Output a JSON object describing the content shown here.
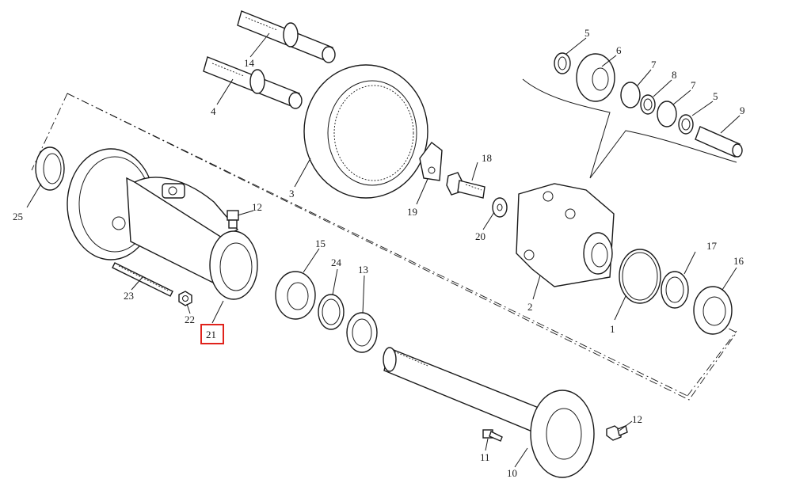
{
  "diagram": {
    "highlighted_callout": "21",
    "highlight_color": "#e0231c",
    "line_color": "#1a1a1a",
    "callouts": {
      "c1": "1",
      "c2": "2",
      "c3": "3",
      "c4": "4",
      "c5a": "5",
      "c5b": "5",
      "c6": "6",
      "c7a": "7",
      "c7b": "7",
      "c8": "8",
      "c9": "9",
      "c10": "10",
      "c11": "11",
      "c12a": "12",
      "c12b": "12",
      "c13": "13",
      "c14": "14",
      "c15": "15",
      "c16": "16",
      "c17": "17",
      "c18": "18",
      "c19": "19",
      "c20": "20",
      "c21": "21",
      "c22": "22",
      "c23": "23",
      "c24": "24",
      "c25": "25"
    }
  }
}
